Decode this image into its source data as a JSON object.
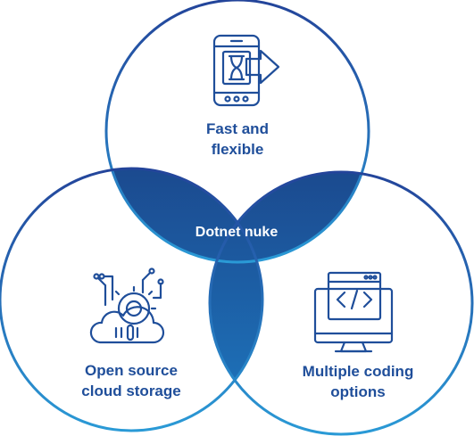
{
  "center": {
    "label": "Dotnet nuke"
  },
  "circles": [
    {
      "id": "top",
      "lines": [
        "Fast and",
        "flexible"
      ],
      "icon": "mobile-arrow-hourglass-icon"
    },
    {
      "id": "left",
      "lines": [
        "Open source",
        "cloud storage"
      ],
      "icon": "cloud-database-gear-icon"
    },
    {
      "id": "right",
      "lines": [
        "Multiple coding",
        "options"
      ],
      "icon": "monitor-code-icon"
    }
  ],
  "colors": {
    "accent": "#1f4e9a",
    "overlap_dark": "#1b4a8f",
    "overlap_light": "#1e78c0",
    "stroke_top": "#23449a",
    "stroke_bottom": "#2a9ad6",
    "background": "#ffffff"
  }
}
